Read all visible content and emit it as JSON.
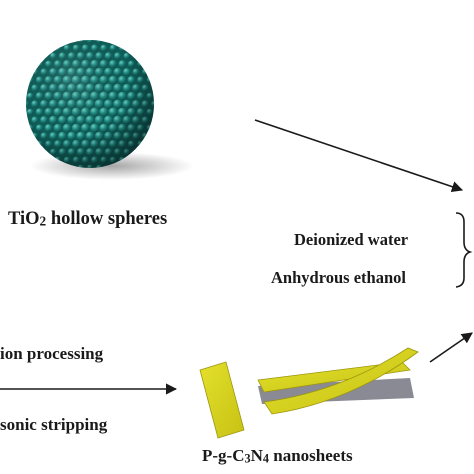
{
  "labels": {
    "tio2_main": "TiO",
    "tio2_sub": "2",
    "tio2_rest": " hollow spheres",
    "water": "Deionized water",
    "ethanol": "Anhydrous ethanol",
    "calcination": "ion processing",
    "ultrasonic": "sonic stripping",
    "nano_p": "P-g-C",
    "nano_sub1": "3",
    "nano_n": "N",
    "nano_sub2": "4",
    "nano_rest": " nanosheets"
  },
  "colors": {
    "sphere": "#1f8a82",
    "sheet": "#d6d21e",
    "sheet_shadow": "#8a8a95",
    "line": "#1a1a1a"
  }
}
